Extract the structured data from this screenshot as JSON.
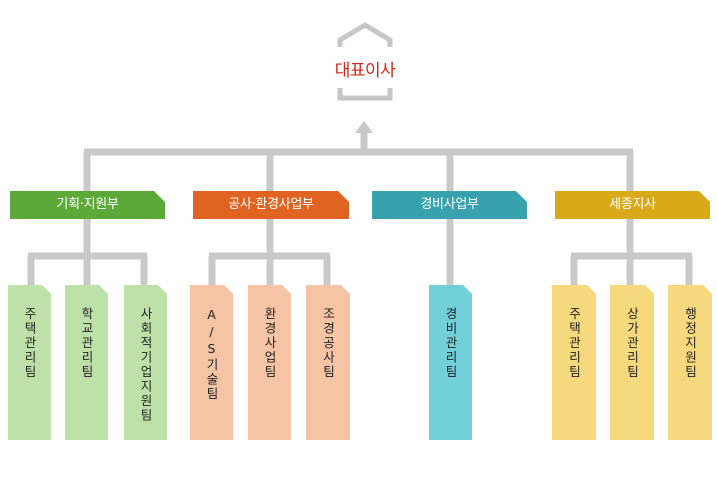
{
  "ceo": {
    "label": "대표이사"
  },
  "colors": {
    "line": "#c9c9c9",
    "house": "#c6c6c6",
    "ceo_text": "#d9241b",
    "planning": "#5ca93a",
    "construction": "#e16322",
    "security": "#37a1ad",
    "sejong": "#d9a919",
    "planning_team": "#bde1a8",
    "construction_team": "#f5c4a5",
    "security_team": "#72d0da",
    "sejong_team": "#f6d97d"
  },
  "departments": [
    {
      "label": "기획·지원부",
      "teams": [
        "주택관리팀",
        "학교관리팀",
        "사회적기업지원팀"
      ]
    },
    {
      "label": "공사·환경사업부",
      "teams": [
        "A/S기술팀",
        "환경사업팀",
        "조경공사팀"
      ]
    },
    {
      "label": "경비사업부",
      "teams": [
        "경비관리팀"
      ]
    },
    {
      "label": "세종지사",
      "teams": [
        "주택관리팀",
        "상가관리팀",
        "행정지원팀"
      ]
    }
  ]
}
